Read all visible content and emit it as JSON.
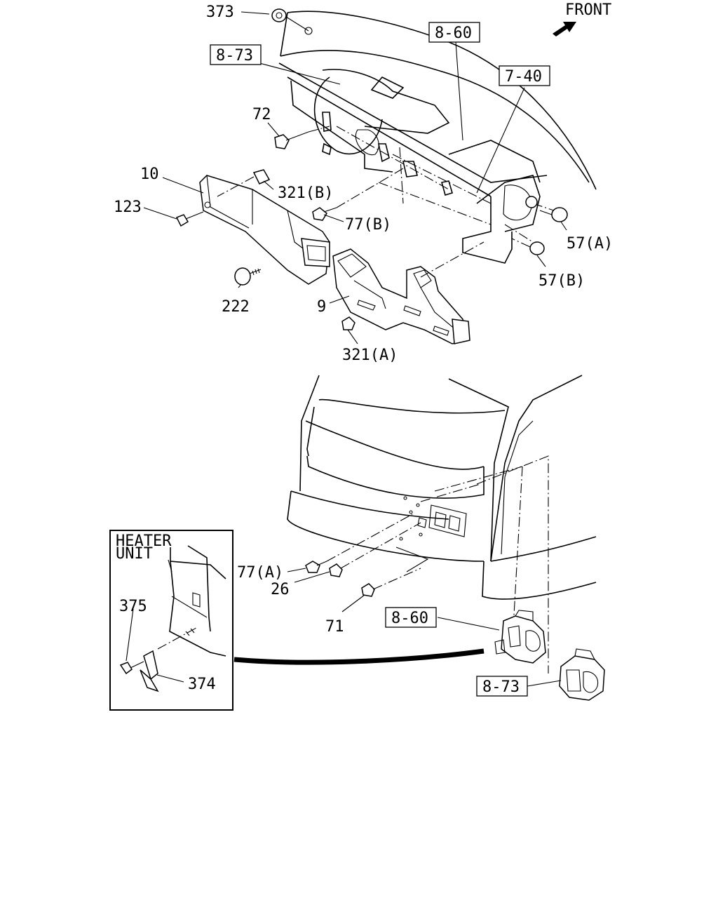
{
  "direction": {
    "label": "FRONT",
    "icon": "front-arrow-icon"
  },
  "references": [
    "8-73",
    "8-60",
    "7-40",
    "8-60",
    "8-73"
  ],
  "callouts": {
    "p373": "373",
    "p72": "72",
    "p10": "10",
    "p321b": "321(B)",
    "p123": "123",
    "p77b": "77(B)",
    "p57a": "57(A)",
    "p57b": "57(B)",
    "p222": "222",
    "p9": "9",
    "p321a": "321(A)",
    "p77a": "77(A)",
    "p26": "26",
    "p71": "71",
    "p375": "375",
    "p374": "374"
  },
  "inset": {
    "title_line1": "HEATER",
    "title_line2": "UNIT"
  }
}
